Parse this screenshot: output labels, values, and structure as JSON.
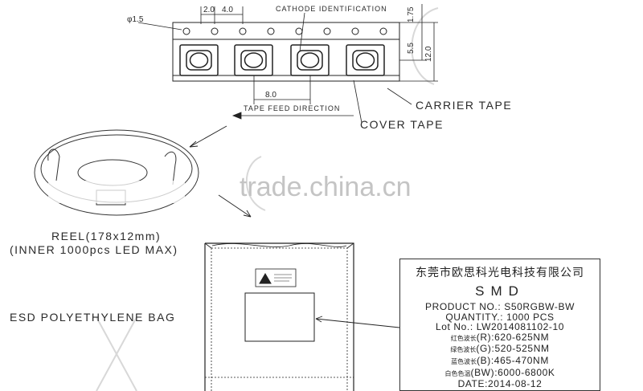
{
  "tape": {
    "cathode_label": "CATHODE IDENTIFICATION",
    "dim_hole_dia": "φ1.5",
    "dim_pitch_a": "2.0",
    "dim_pitch_b": "4.0",
    "dim_pocket_pitch": "8.0",
    "dim_edge": "1.75",
    "dim_center": "5.5",
    "dim_width": "12.0",
    "feed_direction_label": "TAPE FEED DIRECTION",
    "carrier_tape_label": "CARRIER TAPE",
    "cover_tape_label": "COVER TAPE"
  },
  "reel": {
    "label_line1": "REEL(178x12mm)",
    "label_line2": "(INNER 1000pcs LED MAX)"
  },
  "bag": {
    "label": "ESD POLYETHYLENE BAG"
  },
  "product_label": {
    "company": "东莞市欧思科光电科技有限公司",
    "type": "SMD",
    "product_no": "PRODUCT NO.: S50RGBW-BW",
    "quantity": "QUANTITY.: 1000 PCS",
    "lot_no": "Lot No.: LW2014081102-10",
    "r_cn": "红色波长",
    "r_val": "(R):620-625NM",
    "g_cn": "绿色波长",
    "g_val": "(G):520-525NM",
    "b_cn": "蓝色波长",
    "b_val": "(B):465-470NM",
    "w_cn": "白色色温",
    "w_val": "(BW):6000-6800K",
    "date": "DATE:2014-08-12"
  },
  "watermark": "trade.china.cn"
}
